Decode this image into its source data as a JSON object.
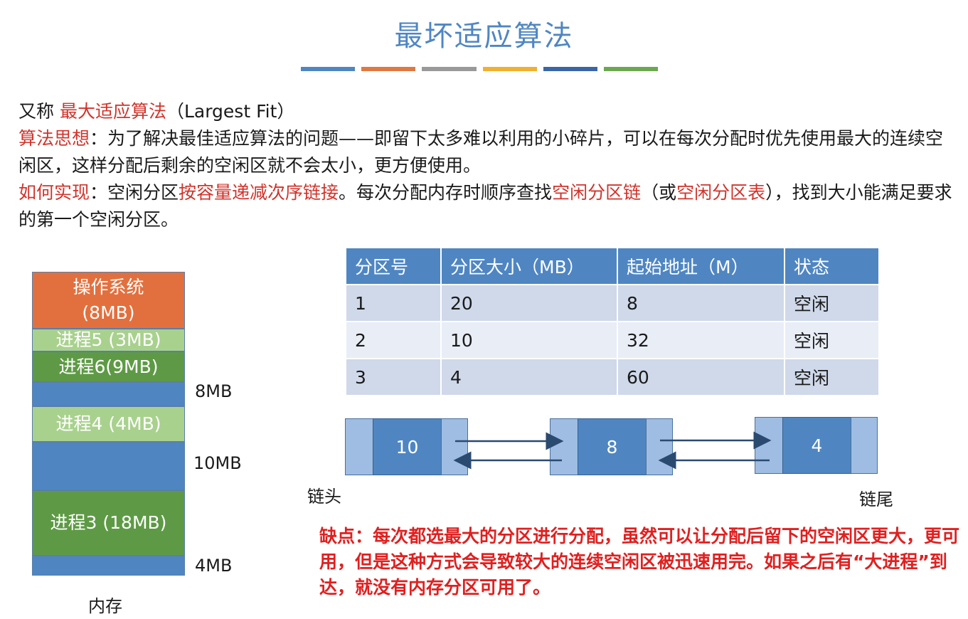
{
  "title": "最坏适应算法",
  "accent_bars": [
    "#4f86c2",
    "#e07840",
    "#999999",
    "#f0b030",
    "#3a66a8",
    "#6aa84f"
  ],
  "intro": {
    "l1_a": "又称 ",
    "l1_b": "最大适应算法",
    "l1_c": "（Largest Fit）",
    "l2_a": "算法思想",
    "l2_b": "：为了解决最佳适应算法的问题——即留下太多难以利用的小碎片，可以在每次分配时优先使用最大的连续空闲区，这样分配后剩余的空闲区就不会太小，更方便使用。",
    "l3_a": "如何实现",
    "l3_b": "：空闲分区",
    "l3_c": "按容量递减次序链接",
    "l3_d": "。每次分配内存时顺序查找",
    "l3_e": "空闲分区链",
    "l3_f": "（或",
    "l3_g": "空闲分区表",
    "l3_h": "），找到大小能满足要求的第一个空闲分区。"
  },
  "memory": {
    "label": "内存",
    "blocks": {
      "os": "操作系统\n(8MB)",
      "p5": "进程5 (3MB)",
      "p6": "进程6(9MB)",
      "p4": "进程4 (4MB)",
      "p3": "进程3 (18MB)"
    },
    "free_labels": {
      "a": "8MB",
      "b": "10MB",
      "c": "4MB"
    }
  },
  "table": {
    "headers": [
      "分区号",
      "分区大小（MB）",
      "起始地址（M）",
      "状态"
    ],
    "rows": [
      [
        "1",
        "20",
        "8",
        "空闲"
      ],
      [
        "2",
        "10",
        "32",
        "空闲"
      ],
      [
        "3",
        "4",
        "60",
        "空闲"
      ]
    ]
  },
  "chain": {
    "nodes": [
      "10",
      "8",
      "4"
    ],
    "head_label": "链头",
    "tail_label": "链尾"
  },
  "cons": "缺点：每次都选最大的分区进行分配，虽然可以让分配后留下的空闲区更大，更可用，但是这种方式会导致较大的连续空闲区被迅速用完。如果之后有“大进程”到达，就没有内存分区可用了。"
}
